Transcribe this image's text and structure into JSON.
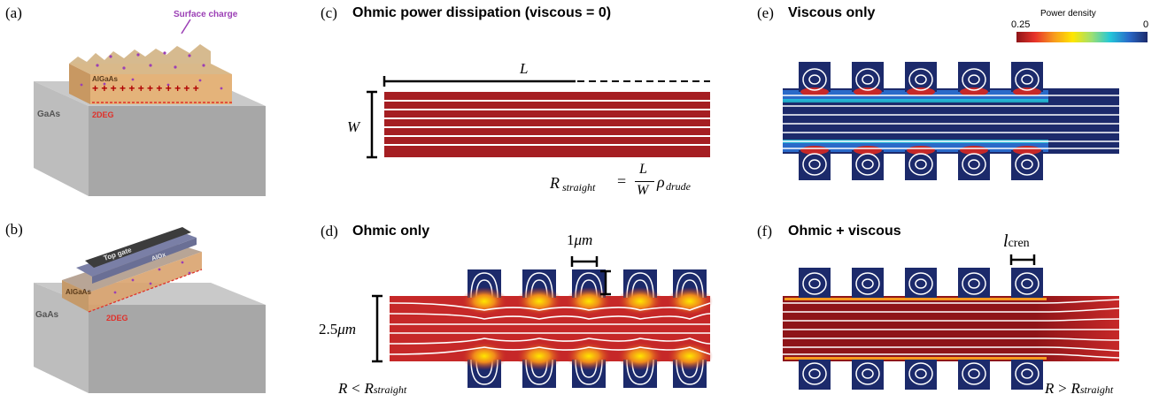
{
  "panels": {
    "a": {
      "label": "(a)",
      "surface_charge": "Surface charge",
      "algaas": "AlGaAs",
      "gaas": "GaAs",
      "twodeg": "2DEG"
    },
    "b": {
      "label": "(b)",
      "top_gate": "Top gate",
      "alox": "AlOx",
      "algaas": "AlGaAs",
      "gaas": "GaAs",
      "twodeg": "2DEG"
    },
    "c": {
      "label": "(c)",
      "title": "Ohmic power dissipation (viscous = 0)",
      "length_symbol": "L",
      "width_symbol": "W",
      "formula_lhs": "R",
      "formula_lhs_sub": "straight",
      "formula_eq": "=",
      "formula_num": "L",
      "formula_den": "W",
      "formula_rho": "ρ",
      "formula_rho_sub": "drude"
    },
    "d": {
      "label": "(d)",
      "title": "Ohmic only",
      "scale_top_num": "1",
      "scale_top_unit": "μm",
      "scale_left_num": "2.5",
      "scale_left_unit": "μm",
      "relation_lhs": "R",
      "relation_op": "<",
      "relation_rhs": "R",
      "relation_rhs_sub": "straight"
    },
    "e": {
      "label": "(e)",
      "title": "Viscous only",
      "colorbar": {
        "label": "Power density",
        "max_label": "0.25",
        "min_label": "0"
      }
    },
    "f": {
      "label": "(f)",
      "title": "Ohmic + viscous",
      "symbol": "l",
      "symbol_sub": "cren",
      "relation_lhs": "R",
      "relation_op": ">",
      "relation_rhs": "R",
      "relation_rhs_sub": "straight"
    }
  },
  "colors": {
    "ohmic_red": "#a51e22",
    "hot_red": "#8e1418",
    "navy": "#1c2a6b",
    "purple": "#9b3fb5",
    "twodeg_red": "#e0302a",
    "gray_block": "#a9a9a9"
  }
}
